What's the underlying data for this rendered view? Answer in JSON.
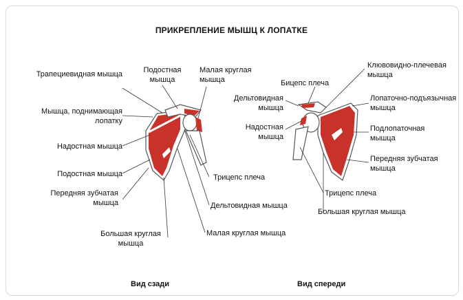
{
  "title": "ПРИКРЕПЛЕНИЕ МЫШЦ К ЛОПАТКЕ",
  "colors": {
    "muscle": "#c8322a",
    "bone_fill": "#ffffff",
    "bone_stroke": "#555555",
    "leader": "#333333"
  },
  "back": {
    "caption": "Вид сзади",
    "labels": {
      "trapezius": "Трапециевидная мышца",
      "levator": "Мышца, поднимающая лопатку",
      "supraspinatus": "Надостная мышца",
      "infraspinatus_left": "Подостная мышца",
      "serratus": "Передняя зубчатая мышца",
      "teres_major": "Большая круглая мышца",
      "infraspinatus_top": "Подостная мышца",
      "teres_minor_top": "Малая круглая мышца",
      "triceps": "Трицепс плеча",
      "deltoid": "Дельтовидная мышца",
      "teres_minor_bottom": "Малая круглая мышца"
    }
  },
  "front": {
    "caption": "Вид спереди",
    "labels": {
      "coracobrachialis": "Клювовидно-плечевая мышца",
      "biceps": "Бицепс плеча",
      "deltoid": "Дельтовидная мышца",
      "supraspinatus": "Надостная мышца",
      "omohyoid": "Лопаточно-подъязычная мышца",
      "subscapularis": "Подлопаточная мышца",
      "serratus": "Передняя зубчатая мышца",
      "triceps": "Трицепс плеча",
      "teres_major": "Большая круглая мышца"
    }
  }
}
